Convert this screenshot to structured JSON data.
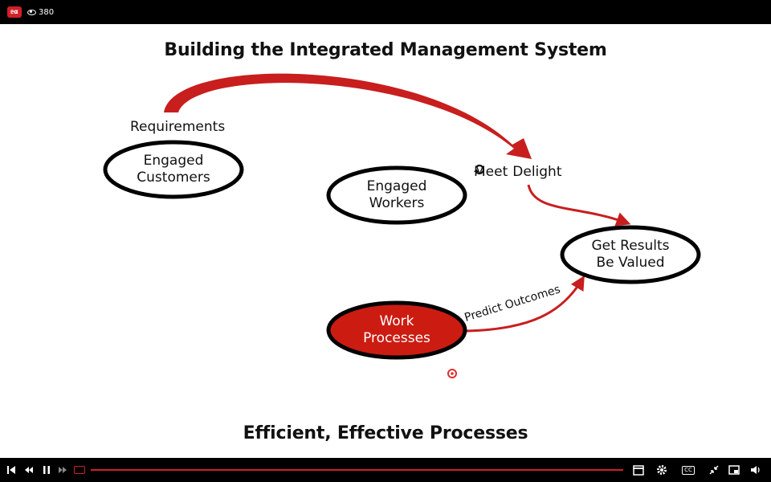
{
  "topbar": {
    "logo_text": "ᥱ⍺",
    "view_count": "380"
  },
  "slide": {
    "title": "Building the Integrated Management System",
    "footer_title": "Efficient, Effective Processes",
    "labels": {
      "requirements": "Requirements",
      "meet": "Meet",
      "delight": "Delight",
      "predict_outcomes": "Predict Outcomes"
    },
    "nodes": {
      "engaged_customers": [
        "Engaged",
        "Customers"
      ],
      "engaged_workers": [
        "Engaged",
        "Workers"
      ],
      "get_results": [
        "Get Results",
        "Be Valued"
      ],
      "work_processes": [
        "Work",
        "Processes"
      ]
    },
    "colors": {
      "accent_red": "#c81e1e",
      "outline": "#000000"
    }
  },
  "controls": {
    "icons": [
      "skip-back-icon",
      "rewind-icon",
      "pause-icon",
      "live-icon",
      "fast-forward-icon",
      "clapper-icon",
      "gear-icon",
      "captions-icon",
      "collapse-icon",
      "pip-icon",
      "volume-icon"
    ],
    "captions_label": "CC"
  }
}
